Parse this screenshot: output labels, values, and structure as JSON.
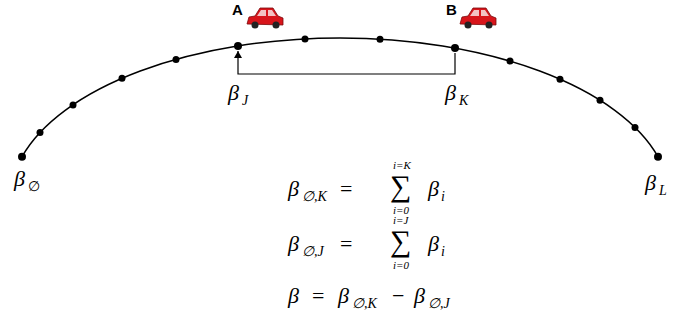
{
  "diagram": {
    "labels": [
      "A",
      "B",
      "β",
      "J",
      "β",
      "K",
      "β",
      "∅",
      "β",
      "L",
      "β",
      "∅,K",
      "=",
      "i=K",
      "∑",
      "i=0",
      "β",
      "i",
      "β",
      "∅,J",
      "=",
      "i=J",
      "∑",
      "i=0",
      "β",
      "i",
      "β",
      "=",
      "β",
      "∅,K",
      "−",
      "β",
      "∅,J"
    ]
  }
}
